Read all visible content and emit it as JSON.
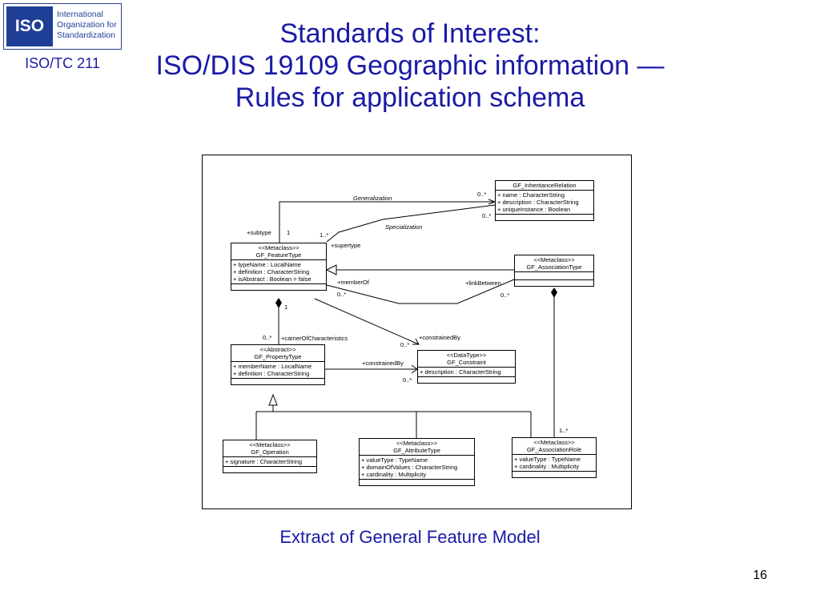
{
  "logo": {
    "mark": "ISO",
    "text_line1": "International",
    "text_line2": "Organization for",
    "text_line3": "Standardization"
  },
  "committee": "ISO/TC 211",
  "title": {
    "line1": "Standards of Interest:",
    "line2": "ISO/DIS 19109 Geographic information —",
    "line3": "Rules for application schema"
  },
  "diagram": {
    "classes": {
      "inheritance": {
        "name": "GF_InheritanceRelation",
        "attrs": [
          "+ name : CharacterString",
          "+ description : CharacterString",
          "+ uniqueInstance : Boolean"
        ]
      },
      "feature": {
        "stereotype": "<<Metaclass>>",
        "name": "GF_FeatureType",
        "attrs": [
          "+ typeName : LocalName",
          "+ definition : CharacterString",
          "+ isAbstract : Boolean = false"
        ]
      },
      "association": {
        "stereotype": "<<Metaclass>>",
        "name": "GF_AssociationType"
      },
      "property": {
        "stereotype": "<<Abstract>>",
        "name": "GF_PropertyType",
        "attrs": [
          "+ memberName : LocalName",
          "+ definition : CharacterString"
        ]
      },
      "constraint": {
        "stereotype": "<<DataType>>",
        "name": "GF_Constraint",
        "attrs": [
          "+ description : CharacterString"
        ]
      },
      "operation": {
        "stereotype": "<<Metaclass>>",
        "name": "GF_Operation",
        "attrs": [
          "+ signature : CharacterString"
        ]
      },
      "attribute": {
        "stereotype": "<<Metaclass>>",
        "name": "GF_AttributeType",
        "attrs": [
          "+ valueType : TypeName",
          "+ domainOfValues : CharacterString",
          "+ cardinality : Multiplicity"
        ]
      },
      "role": {
        "stereotype": "<<Metaclass>>",
        "name": "GF_AssociationRole",
        "attrs": [
          "+ valueType : TypeName",
          "+ cardinality : Multiplicity"
        ]
      }
    },
    "labels": {
      "generalization": "Generalization",
      "specialization": "Specialization",
      "gen_mult": "0..*",
      "spec_mult": "0..*",
      "subtype": "+subtype",
      "subtype_mult": "1",
      "supertype_mult": "1..*",
      "supertype": "+supertype",
      "member_of": "+memberOf",
      "member_of_mult": "0..*",
      "link_between": "+linkBetween",
      "link_between_mult": "0..*",
      "carrier_mult_top": "1",
      "carrier_mult": "0..*",
      "carrier": "+carrierOfCharacteristics",
      "constrained_by_top": "+constrainedBy",
      "constrained_by_top_mult": "0..*",
      "constrained_by": "+constrainedBy",
      "constrained_by_mult": "0..*",
      "role_mult": "1..*"
    }
  },
  "caption": "Extract of General Feature Model",
  "page_number": "16"
}
